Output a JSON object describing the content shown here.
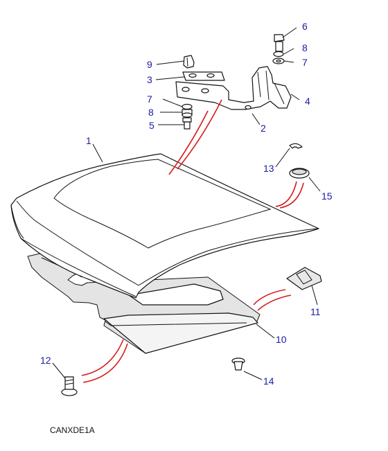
{
  "diagram": {
    "code": "CANXDE1A",
    "callouts": [
      "1",
      "2",
      "3",
      "4",
      "5",
      "6",
      "7",
      "7",
      "8",
      "8",
      "9",
      "10",
      "11",
      "12",
      "13",
      "14",
      "15"
    ],
    "colors": {
      "callout": "#1a1aa8",
      "line": "#111111",
      "leader_red": "#d81b1b",
      "fill_light": "#e4e4e4"
    }
  }
}
